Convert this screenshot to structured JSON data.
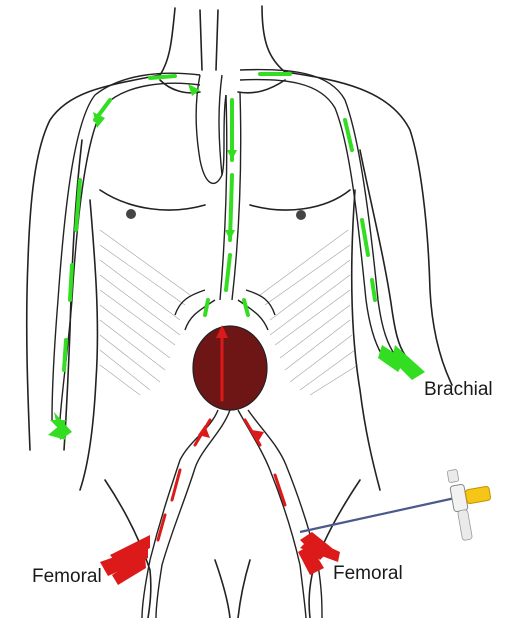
{
  "labels": {
    "brachial": "Brachial",
    "femoral_left": "Femoral",
    "femoral_right": "Femoral"
  },
  "colors": {
    "antegrade_flow": "#33dd22",
    "retrograde_flow": "#dd1a1a",
    "aneurysm": "#6e1616",
    "outline": "#222222",
    "catheter_hub": "#f5c518",
    "catheter_shaft": "#4a5a8a"
  },
  "icons": {
    "flow_arrow": "arrow-icon",
    "catheter": "catheter-icon"
  }
}
